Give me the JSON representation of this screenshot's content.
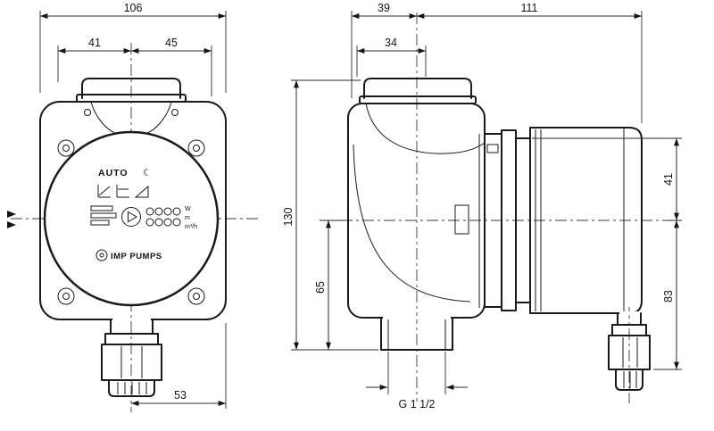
{
  "front_view": {
    "dims": {
      "overall_width": "106",
      "left_section": "41",
      "right_section": "45",
      "bottom_offset": "53"
    },
    "faceplate": {
      "auto_label": "AUTO",
      "night_mode_icon": "☾",
      "unit_watt": "W",
      "unit_meter": "m",
      "unit_flow": "m³/h",
      "brand": "IMP PUMPS"
    }
  },
  "side_view": {
    "dims": {
      "top_left": "39",
      "top_right": "111",
      "flange_width": "34",
      "body_height": "130",
      "axis_to_bottom": "65",
      "motor_upper": "41",
      "motor_lower": "83"
    },
    "thread_label": "G 1 1/2"
  }
}
